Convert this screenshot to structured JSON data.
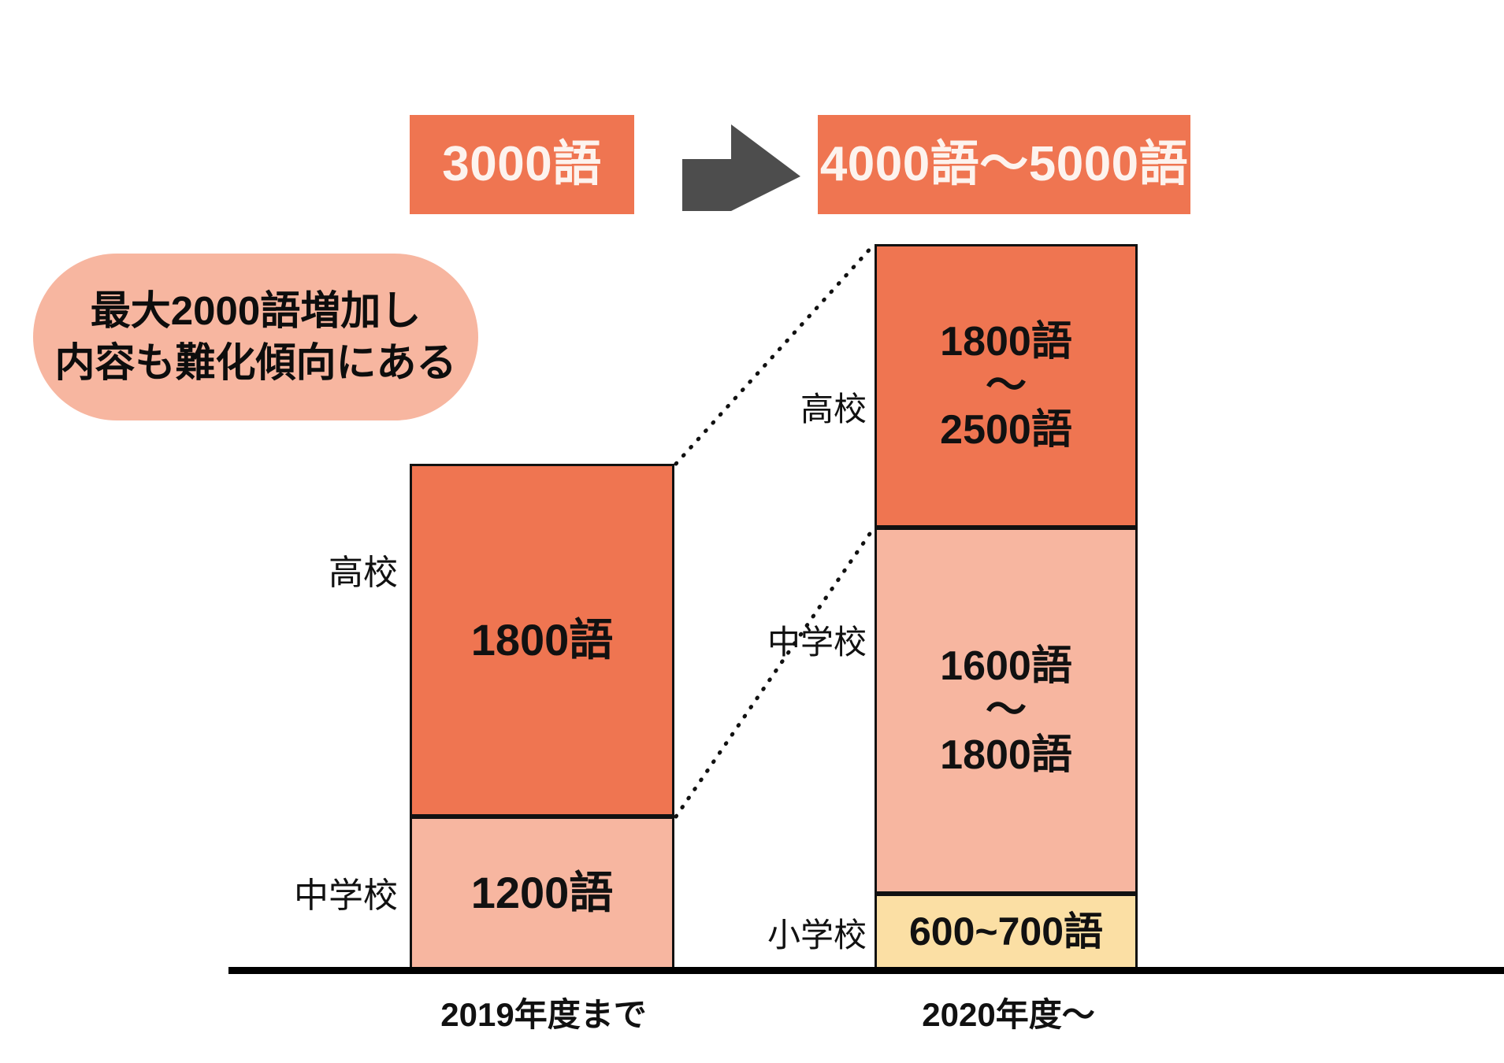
{
  "chart_data": {
    "type": "bar",
    "title": "",
    "xlabel": "",
    "ylabel": "",
    "categories": [
      "2019年度まで",
      "2020年度～"
    ],
    "stack_order": [
      "小学校",
      "中学校",
      "高校"
    ],
    "series": [
      {
        "name": "小学校",
        "values": [
          null,
          "600~700語"
        ],
        "color": "#fbdfa4"
      },
      {
        "name": "中学校",
        "values": [
          "1200語",
          "1600語～1800語"
        ],
        "color": "#f7b6a0"
      },
      {
        "name": "高校",
        "values": [
          "1800語",
          "1800語～2500語"
        ],
        "color": "#ef7551"
      }
    ],
    "totals": [
      "3000語",
      "4000語～5000語"
    ],
    "annotation": "最大2000語増加し 内容も難化傾向にある",
    "grid": false,
    "legend": "none"
  },
  "summary": {
    "before_total": "3000語",
    "after_total": "4000語～5000語",
    "arrow_icon": "right-arrow-icon"
  },
  "callout": {
    "line1": "最大2000語増加し",
    "line2": "内容も難化傾向にある"
  },
  "left_chart": {
    "caption": "2019年度まで",
    "segments": [
      {
        "label": "高校",
        "value": "1800語"
      },
      {
        "label": "中学校",
        "value": "1200語"
      }
    ]
  },
  "right_chart": {
    "caption": "2020年度～",
    "segments": [
      {
        "label": "高校",
        "v1": "1800語",
        "tilde": "～",
        "v2": "2500語"
      },
      {
        "label": "中学校",
        "v1": "1600語",
        "tilde": "～",
        "v2": "1800語"
      },
      {
        "label": "小学校",
        "value": "600~700語"
      }
    ]
  },
  "colors": {
    "high_school": "#ef7551",
    "junior_high": "#f7b6a0",
    "elementary": "#fbdfa4",
    "callout_bg": "#f7b6a0",
    "arrow": "#4d4d4d",
    "outline": "#111111"
  }
}
